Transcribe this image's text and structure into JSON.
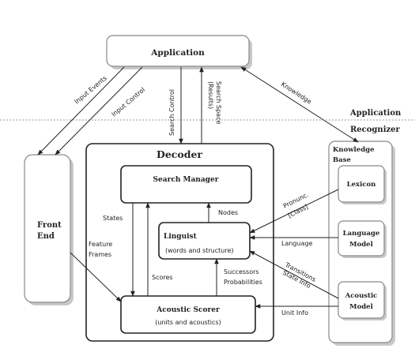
{
  "boxes": {
    "application": "Application",
    "decoder": "Decoder",
    "search_manager": "Search Manager",
    "front_end_line1": "Front",
    "front_end_line2": "End",
    "linguist_title": "Linguist",
    "linguist_sub": "(words and structure)",
    "acoustic_scorer_title": "Acoustic Scorer",
    "acoustic_scorer_sub": "(units and acoustics)",
    "knowledge_base_line1": "Knowledge",
    "knowledge_base_line2": "Base",
    "lexicon": "Lexicon",
    "language_model_line1": "Language",
    "language_model_line2": "Model",
    "acoustic_model_line1": "Acoustic",
    "acoustic_model_line2": "Model"
  },
  "regions": {
    "application_label": "Application",
    "recognizer_label": "Recognizer"
  },
  "arrow_labels": {
    "input_events": "Input Events",
    "input_control": "Input Control",
    "search_control": "Search Control",
    "search_space_line1": "Search Space",
    "search_space_line2": "(Results)",
    "knowledge": "Knowledge",
    "states": "States",
    "nodes": "Nodes",
    "feature_frames_line1": "Feature",
    "feature_frames_line2": "Frames",
    "scores": "Scores",
    "successors": "Successors",
    "probabilities": "Probabilities",
    "pronunc_line1": "Pronunc.",
    "pronunc_line2": "[Class]",
    "language": "Language",
    "transitions": "Transitions",
    "state_info": "State Info",
    "unit_info": "Unit Info"
  },
  "colors": {
    "stroke": "#222222",
    "light_stroke": "#888888",
    "shadow": "#c8c8c8"
  }
}
